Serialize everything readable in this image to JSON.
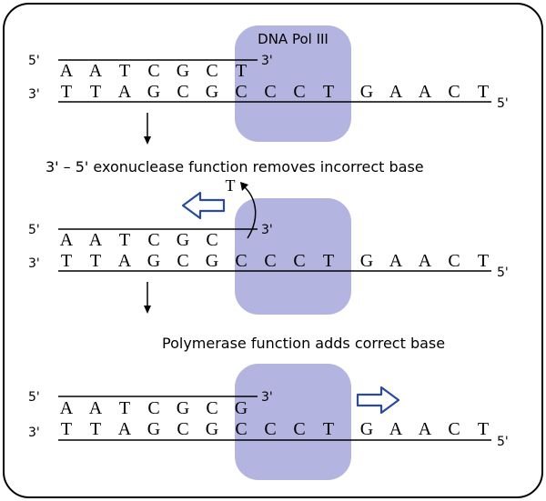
{
  "colors": {
    "frame": "#000000",
    "polymerase_fill": "#b4b4e0",
    "arrow_outline": "#2a4a9a",
    "strand": "#000000",
    "text": "#000000"
  },
  "enzyme": {
    "label": "DNA Pol III"
  },
  "panels": [
    {
      "id": "panel-1",
      "top": {
        "left_end": "5'",
        "right_end": "3'",
        "bases": [
          "A",
          "A",
          "T",
          "C",
          "G",
          "C",
          "T"
        ]
      },
      "bottom": {
        "left_end": "3'",
        "right_end": "5'",
        "bases": [
          "T",
          "T",
          "A",
          "G",
          "C",
          "G",
          "C",
          "C",
          "C",
          "T",
          "G",
          "A",
          "A",
          "C",
          "T"
        ]
      }
    },
    {
      "id": "panel-2",
      "removed_base": "T",
      "top": {
        "left_end": "5'",
        "right_end": "3'",
        "bases": [
          "A",
          "A",
          "T",
          "C",
          "G",
          "C"
        ]
      },
      "bottom": {
        "left_end": "3'",
        "right_end": "5'",
        "bases": [
          "T",
          "T",
          "A",
          "G",
          "C",
          "G",
          "C",
          "C",
          "C",
          "T",
          "G",
          "A",
          "A",
          "C",
          "T"
        ]
      }
    },
    {
      "id": "panel-3",
      "top": {
        "left_end": "5'",
        "right_end": "3'",
        "bases": [
          "A",
          "A",
          "T",
          "C",
          "G",
          "C",
          "G"
        ]
      },
      "bottom": {
        "left_end": "3'",
        "right_end": "5'",
        "bases": [
          "T",
          "T",
          "A",
          "G",
          "C",
          "G",
          "C",
          "C",
          "C",
          "T",
          "G",
          "A",
          "A",
          "C",
          "T"
        ]
      }
    }
  ],
  "steps": [
    {
      "caption": "3' – 5' exonuclease function removes incorrect base"
    },
    {
      "caption": "Polymerase function adds correct base"
    }
  ],
  "icons": {
    "backward": "backward-arrow-icon",
    "forward": "forward-arrow-icon",
    "down": "down-arrow-icon",
    "curved": "curved-arrow-icon"
  }
}
